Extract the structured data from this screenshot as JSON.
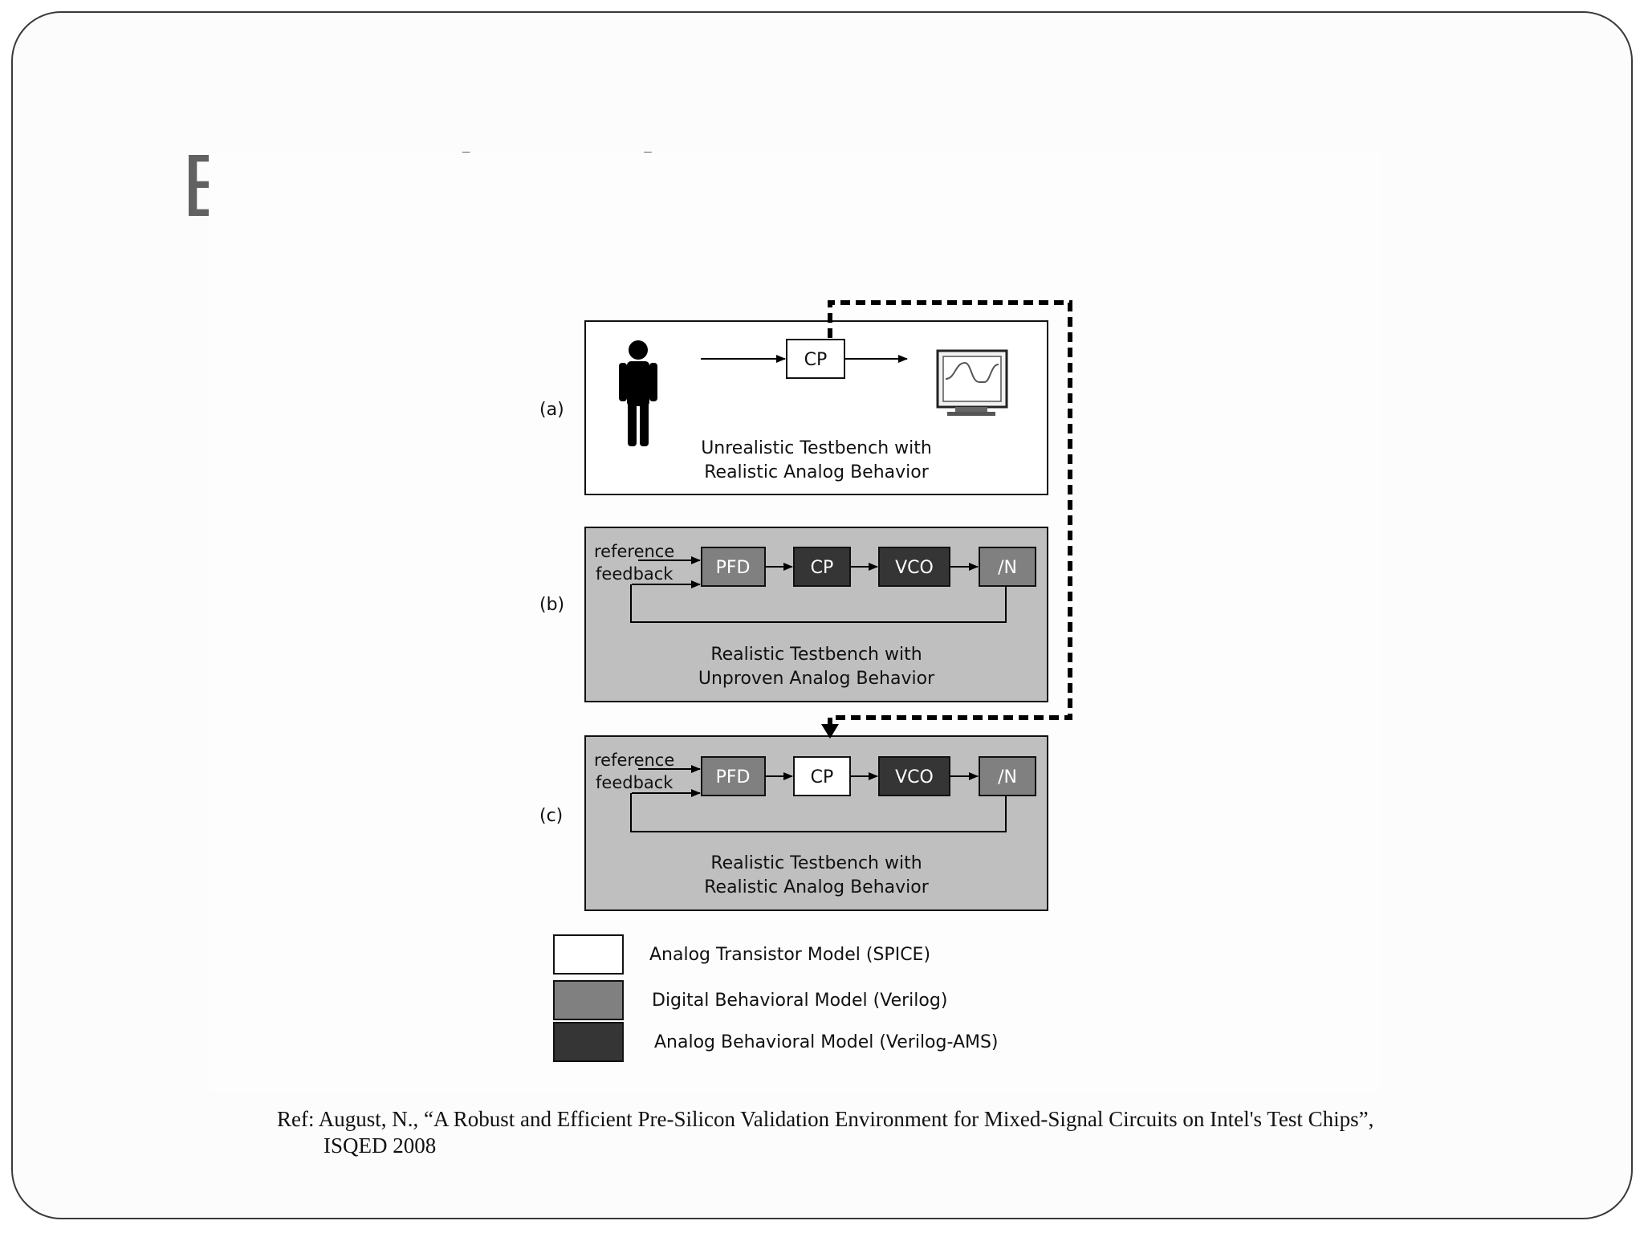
{
  "slide": {
    "title": "Example: Charge Pump PLL"
  },
  "diagram": {
    "panels": [
      {
        "label": "(a)",
        "caption_line1": "Unrealistic Testbench with",
        "caption_line2": "Realistic Analog Behavior",
        "blocks": [
          "CP"
        ]
      },
      {
        "label": "(b)",
        "input_reference": "reference",
        "input_feedback": "feedback",
        "blocks": [
          "PFD",
          "CP",
          "VCO",
          "/N"
        ],
        "caption_line1": "Realistic Testbench with",
        "caption_line2": "Unproven Analog Behavior"
      },
      {
        "label": "(c)",
        "input_reference": "reference",
        "input_feedback": "feedback",
        "blocks": [
          "PFD",
          "CP",
          "VCO",
          "/N"
        ],
        "caption_line1": "Realistic Testbench with",
        "caption_line2": "Realistic Analog Behavior"
      }
    ],
    "legend": [
      {
        "label": "Analog Transistor Model (SPICE)",
        "color": "#ffffff"
      },
      {
        "label": "Digital Behavioral Model (Verilog)",
        "color": "#808080"
      },
      {
        "label": "Analog Behavioral Model (Verilog-AMS)",
        "color": "#353535"
      }
    ],
    "colors": {
      "panel_gray": "#bfbfbf",
      "digital_gray": "#808080",
      "analog_dark": "#353535"
    }
  },
  "reference": {
    "line1": "Ref: August, N., “A Robust and Efficient Pre-Silicon Validation Environment for Mixed-Signal Circuits on Intel's Test Chips”,",
    "line2": "ISQED 2008"
  }
}
